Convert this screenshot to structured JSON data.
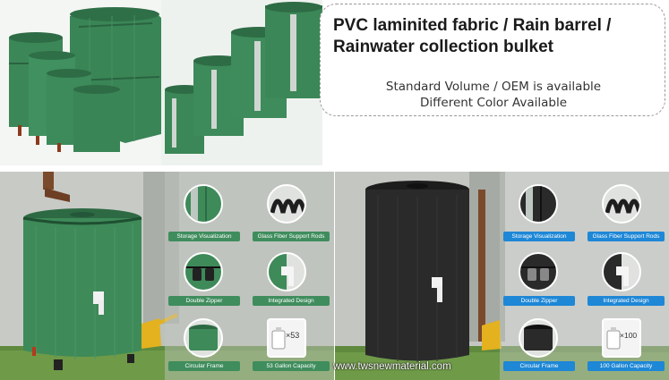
{
  "header": {
    "title_line1": "PVC laminited fabric / Rain barrel /",
    "title_line2": "Rainwater collection bulket",
    "line_volume": "Standard Volume / OEM is available",
    "line_color": "Different Color Available"
  },
  "panel_green": {
    "features": [
      {
        "label": "Storage Visualization"
      },
      {
        "label": "Glass Fiber Support Rods"
      },
      {
        "label": "Double Zipper"
      },
      {
        "label": "Integrated Design"
      },
      {
        "label": "Circular Frame"
      },
      {
        "label": "53 Gallon Capacity"
      }
    ],
    "capacity_mark": "×53"
  },
  "panel_black": {
    "features": [
      {
        "label": "Storage Visualization"
      },
      {
        "label": "Glass Fiber Support Rods"
      },
      {
        "label": "Double Zipper"
      },
      {
        "label": "Integrated Design"
      },
      {
        "label": "Circular Frame"
      },
      {
        "label": "100 Gallon Capacity"
      }
    ],
    "capacity_mark": "×100"
  },
  "watermark": "www.twsnewmaterial.com",
  "colors": {
    "barrel_green": "#3e8a59",
    "barrel_black": "#2a2a2a",
    "tag_green": "#3f8d5d",
    "tag_blue": "#1e87d6"
  }
}
